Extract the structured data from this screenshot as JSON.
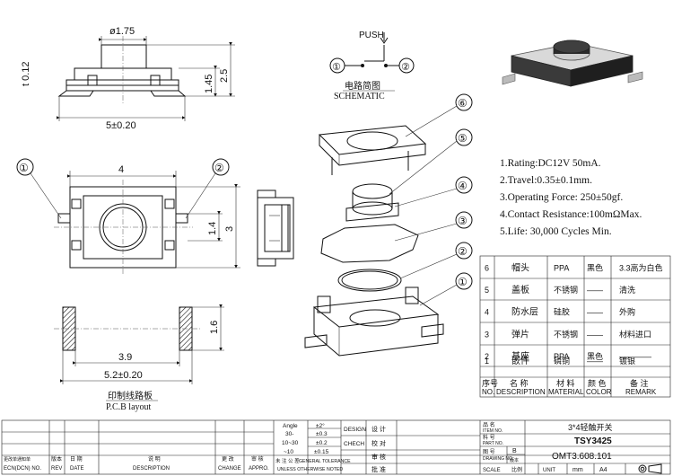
{
  "drawing": {
    "top_view": {
      "dim_button_dia": "ø1.75",
      "dim_thickness": "t 0.12",
      "dim_height_a": "1.45",
      "dim_height_b": "2.5",
      "dim_width": "5±0.20"
    },
    "plan_view": {
      "dim_width": "4",
      "dim_inner": "1.4",
      "dim_outer": "3",
      "callout_1": "①",
      "callout_2": "②"
    },
    "pcb_layout": {
      "dim_pad": "1.6",
      "dim_gap": "3.9",
      "dim_total": "5.2±0.20",
      "title_cn": "印制线路板",
      "title_en": "P.C.B layout"
    },
    "schematic": {
      "push_label": "PUSH",
      "terminal_1": "①",
      "terminal_2": "②",
      "title_cn": "电路简图",
      "title_en": "SCHEMATIC"
    },
    "exploded_callouts": [
      "⑥",
      "⑤",
      "④",
      "③",
      "②",
      "①"
    ]
  },
  "specs": [
    "1.Rating:DC12V  50mA.",
    "2.Travel:0.35±0.1mm.",
    "3.Operating Force: 250±50gf.",
    "4.Contact Resistance:100mΩMax.",
    "5.Life: 30,000 Cycles Min."
  ],
  "bom": {
    "rows": [
      {
        "no": "6",
        "desc": "帽头",
        "mat": "PPA",
        "color": "黑色",
        "remark": "3.3高为白色"
      },
      {
        "no": "5",
        "desc": "盖板",
        "mat": "不锈钢",
        "color": "——",
        "remark": "清洗"
      },
      {
        "no": "4",
        "desc": "防水层",
        "mat": "硅胶",
        "color": "——",
        "remark": "外购"
      },
      {
        "no": "3",
        "desc": "弹片",
        "mat": "不锈钢",
        "color": "——",
        "remark": "材料进口"
      },
      {
        "no": "2",
        "desc": "基座",
        "mat": "PPA",
        "color": "黑色",
        "remark": "————"
      },
      {
        "no": "1",
        "desc": "嵌件",
        "mat": "磷铜",
        "color": "——",
        "remark": "镀银"
      }
    ],
    "header": {
      "no_cn": "序号",
      "no_en": "NO.",
      "desc_cn": "名 称",
      "desc_en": "DESCRIPTION",
      "mat_cn": "材 料",
      "mat_en": "MATERIAL",
      "color_cn": "颜 色",
      "color_en": "COLOR",
      "remark_cn": "备 注",
      "remark_en": "REMARK"
    }
  },
  "title_block": {
    "tolerance": {
      "angle_label": "Angle",
      "angle_val": "±2°",
      "rows": [
        {
          "range": "30-",
          "val": "±0.3"
        },
        {
          "range": "10~30",
          "val": "±0.2"
        },
        {
          "range": "~10",
          "val": "±0.15"
        }
      ],
      "general_cn": "未 注 公 差",
      "general_en": "GENERAL TOLERANCE",
      "unless_en": "UNLESS OTHERWISE NOTED"
    },
    "roles": [
      {
        "en": "DESIGN",
        "cn": "设 计"
      },
      {
        "en": "CHECH",
        "cn": "校 对"
      },
      {
        "en": "",
        "cn": "审 核"
      },
      {
        "en": "",
        "cn": "批 准"
      }
    ],
    "item_label_cn": "品 名",
    "item_label_en": "ITEM NO.",
    "item_value": "3*4轻触开关",
    "part_label_cn": "料 号",
    "part_label_en": "PART NO.",
    "part_value": "TSY3425",
    "drawing_label_cn": "图 号",
    "drawing_label_en": "DRAWING NO.",
    "version_label": "版本",
    "version_value": "B",
    "drawing_value": "OMT3.608.101",
    "scale_label": "SCALE",
    "scale_cn": "比例",
    "unit_label": "UNIT",
    "unit_value": "mm",
    "size_value": "A4",
    "rev": {
      "ecn_cn": "更改单通知单",
      "ecn_en": "ECN(DCN) NO.",
      "ver_cn": "版本",
      "ver_en": "REV",
      "date_cn": "日 期",
      "date_en": "DATE",
      "desc_cn": "说 明",
      "desc_en": "DESCRIPTION",
      "change_cn": "更 改",
      "change_en": "CHANGE",
      "appro_cn": "审 核",
      "appro_en": "APPRO."
    }
  }
}
